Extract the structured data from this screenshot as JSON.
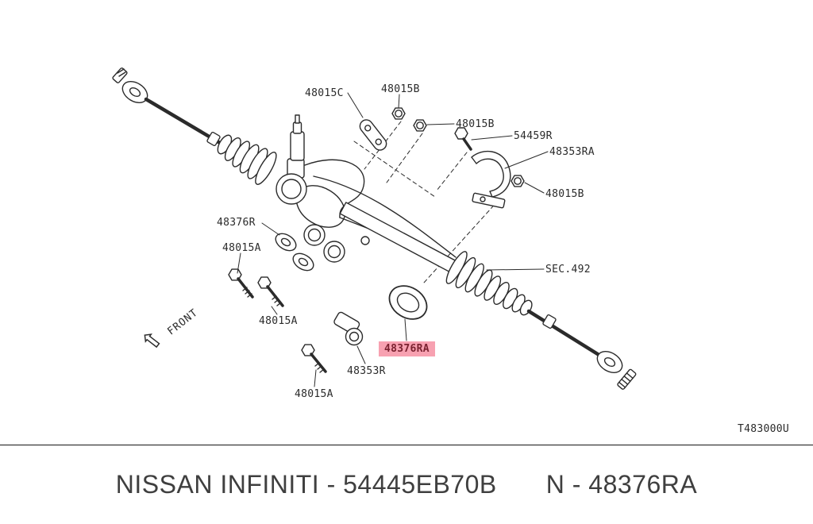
{
  "diagram": {
    "ref_code": "T483000U",
    "front_label": "FRONT",
    "front_arrow_icon": "⇦",
    "highlight_color": "#f7a1b1",
    "highlight_text_color": "#7a2230",
    "labels": [
      {
        "part": "48015C",
        "highlighted": false
      },
      {
        "part": "48015B",
        "highlighted": false
      },
      {
        "part": "48015B",
        "highlighted": false
      },
      {
        "part": "54459R",
        "highlighted": false
      },
      {
        "part": "48353RA",
        "highlighted": false
      },
      {
        "part": "48015B",
        "highlighted": false
      },
      {
        "part": "48376R",
        "highlighted": false
      },
      {
        "part": "48015A",
        "highlighted": false
      },
      {
        "part": "SEC.492",
        "highlighted": false
      },
      {
        "part": "48015A",
        "highlighted": false
      },
      {
        "part": "48376RA",
        "highlighted": true
      },
      {
        "part": "48353R",
        "highlighted": false
      },
      {
        "part": "48015A",
        "highlighted": false
      }
    ]
  },
  "banner": {
    "brand_text": "NISSAN  INFINITI - 54445EB70B",
    "part_text": "N - 48376RA"
  }
}
